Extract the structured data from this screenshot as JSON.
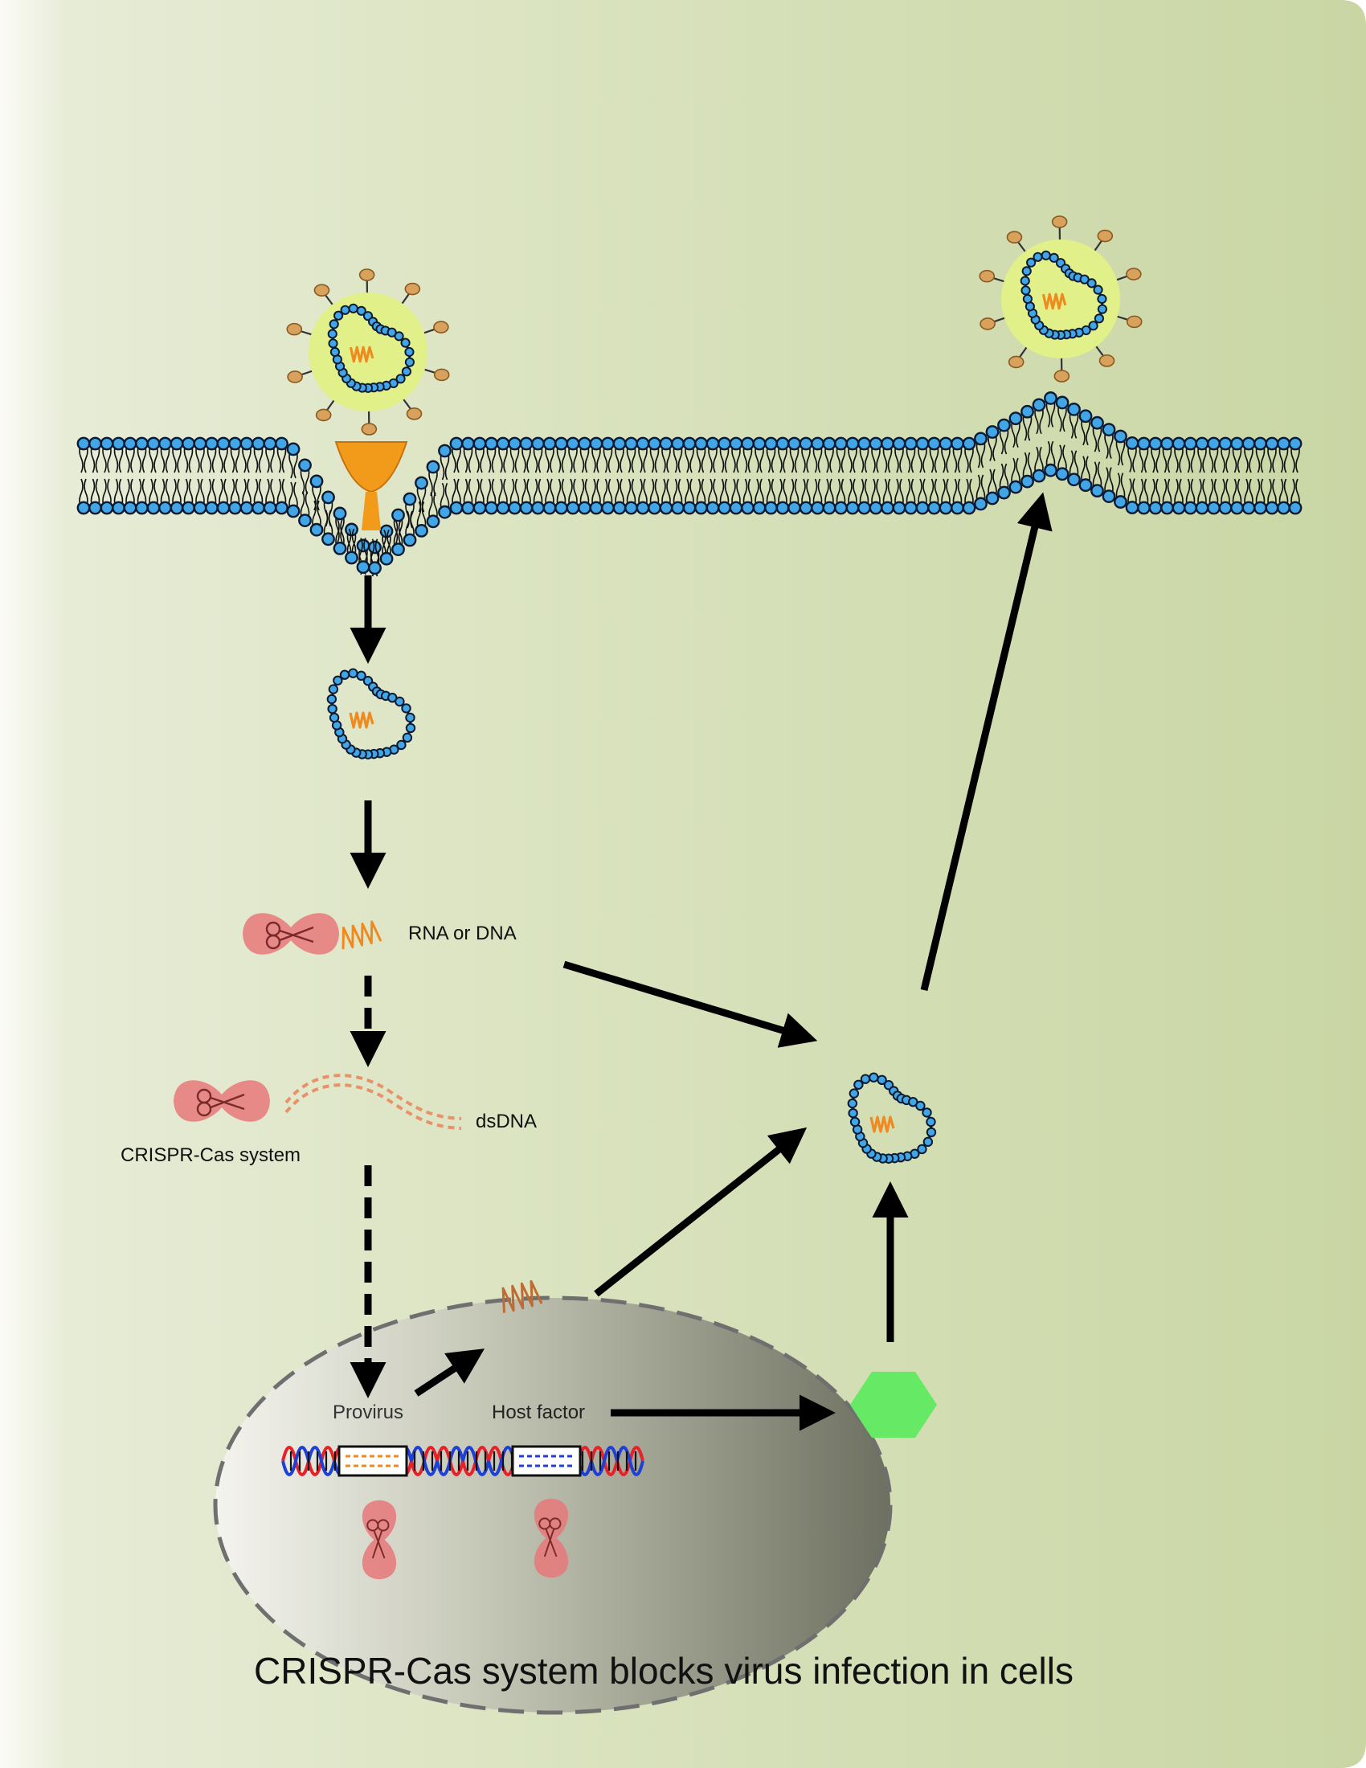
{
  "diagram": {
    "title": "CRISPR-Cas system blocks virus infection in cells",
    "labels": {
      "rna_or_dna": "RNA or DNA",
      "dsdna": "dsDNA",
      "crispr_cas_system": "CRISPR-Cas system",
      "provirus": "Provirus",
      "host_factor": "Host factor"
    },
    "colors": {
      "background_left": "#f5f5ec",
      "background_right": "#c9d6a4",
      "membrane_head": "#42a6e6",
      "membrane_outline": "#0b1a33",
      "virus_envelope": "#e2f089",
      "viral_genome": "#f08a1e",
      "spike_head": "#d9a25c",
      "receptor": "#f29a1a",
      "cas_protein": "#e8787a",
      "host_factor_hexagon": "#66ea66",
      "nucleus_dark": "#6a6d5c",
      "dna_red": "#e8202a",
      "dna_blue": "#1f3fd6",
      "dna_insert_orange": "#f08a1e",
      "dna_insert_blue": "#1f3fd6"
    }
  }
}
